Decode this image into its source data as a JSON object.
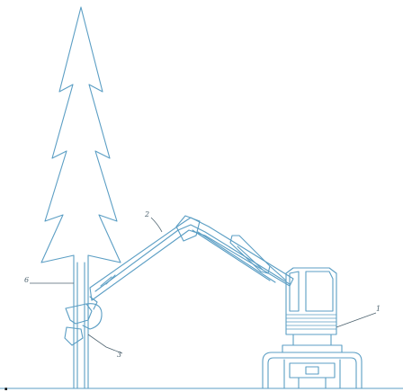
{
  "labels": {
    "cabin_base": "1",
    "boom": "2",
    "felling_head": "3",
    "tree_trunk": "6"
  },
  "marker": ".",
  "colors": {
    "line": "#5b9ec4",
    "label": "#4f6470",
    "background": "#ffffff"
  }
}
